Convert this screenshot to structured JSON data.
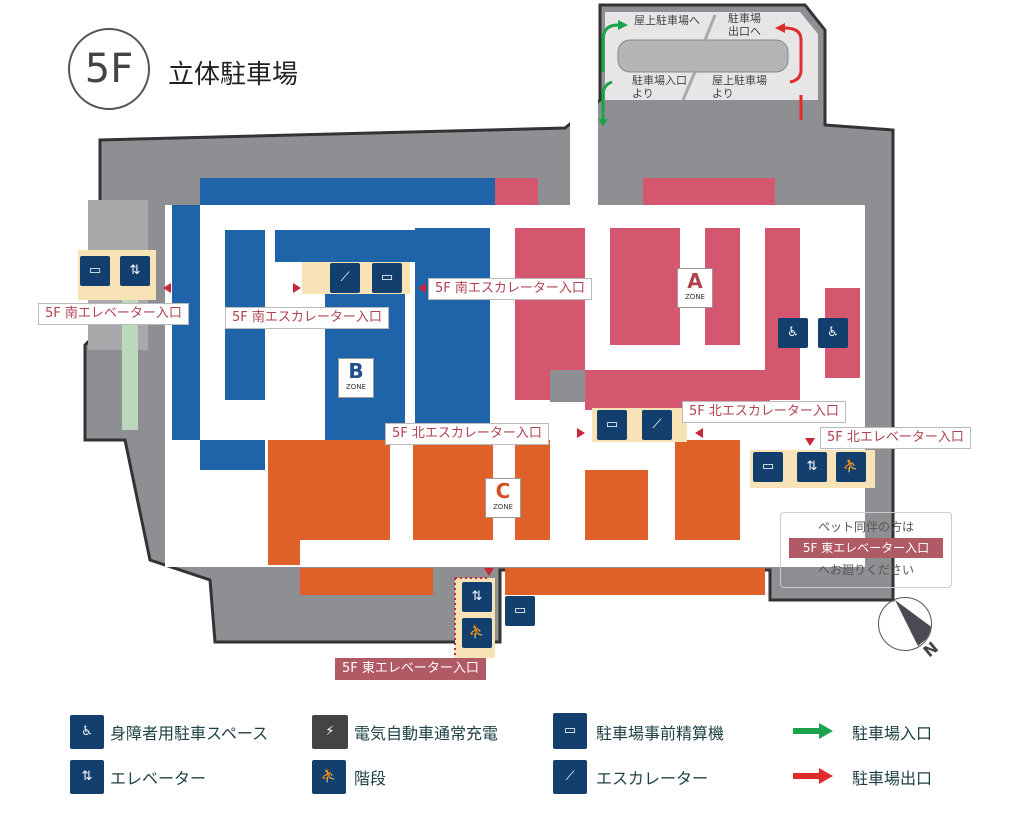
{
  "header": {
    "floor_badge": "5F",
    "title": "立体駐車場"
  },
  "ramp": {
    "to_roof": "屋上駐車場へ",
    "to_exit": "駐車場\n出口へ",
    "from_entrance": "駐車場入口\nより",
    "from_roof": "屋上駐車場\nより"
  },
  "zones": [
    {
      "letter": "A",
      "word": "ZONE"
    },
    {
      "letter": "B",
      "word": "ZONE"
    },
    {
      "letter": "C",
      "word": "ZONE"
    }
  ],
  "labels": {
    "south_elevator": "5F 南エレベーター入口",
    "south_escalator_1": "5F 南エスカレーター入口",
    "south_escalator_2": "5F 南エスカレーター入口",
    "north_escalator_1": "5F 北エスカレーター入口",
    "north_escalator_2": "5F 北エスカレーター入口",
    "north_elevator": "5F 北エレベーター入口",
    "east_elevator": "5F 東エレベーター入口"
  },
  "pet_notice": {
    "line1": "ペット同伴の方は",
    "highlight": "5F 東エレベーター入口",
    "line3": "へお廻りください"
  },
  "compass": {
    "label": "N"
  },
  "legend": [
    {
      "icon": "wheelchair-parking-icon",
      "label": "身障者用駐車スペース"
    },
    {
      "icon": "ev-charger-icon",
      "label": "電気自動車通常充電"
    },
    {
      "icon": "prepay-machine-icon",
      "label": "駐車場事前精算機"
    },
    {
      "icon": "green-arrow-icon",
      "label": "駐車場入口"
    },
    {
      "icon": "elevator-icon",
      "label": "エレベーター"
    },
    {
      "icon": "stairs-icon",
      "label": "階段"
    },
    {
      "icon": "escalator-icon",
      "label": "エスカレーター"
    },
    {
      "icon": "red-arrow-icon",
      "label": "駐車場出口"
    }
  ],
  "colors": {
    "zone_a": "#d4566f",
    "zone_b": "#1f63a8",
    "zone_c": "#e0602a",
    "building": "#8e8f93",
    "entrance": "#1aa34a",
    "exit": "#e02b2b",
    "icon": "#123f6e"
  }
}
